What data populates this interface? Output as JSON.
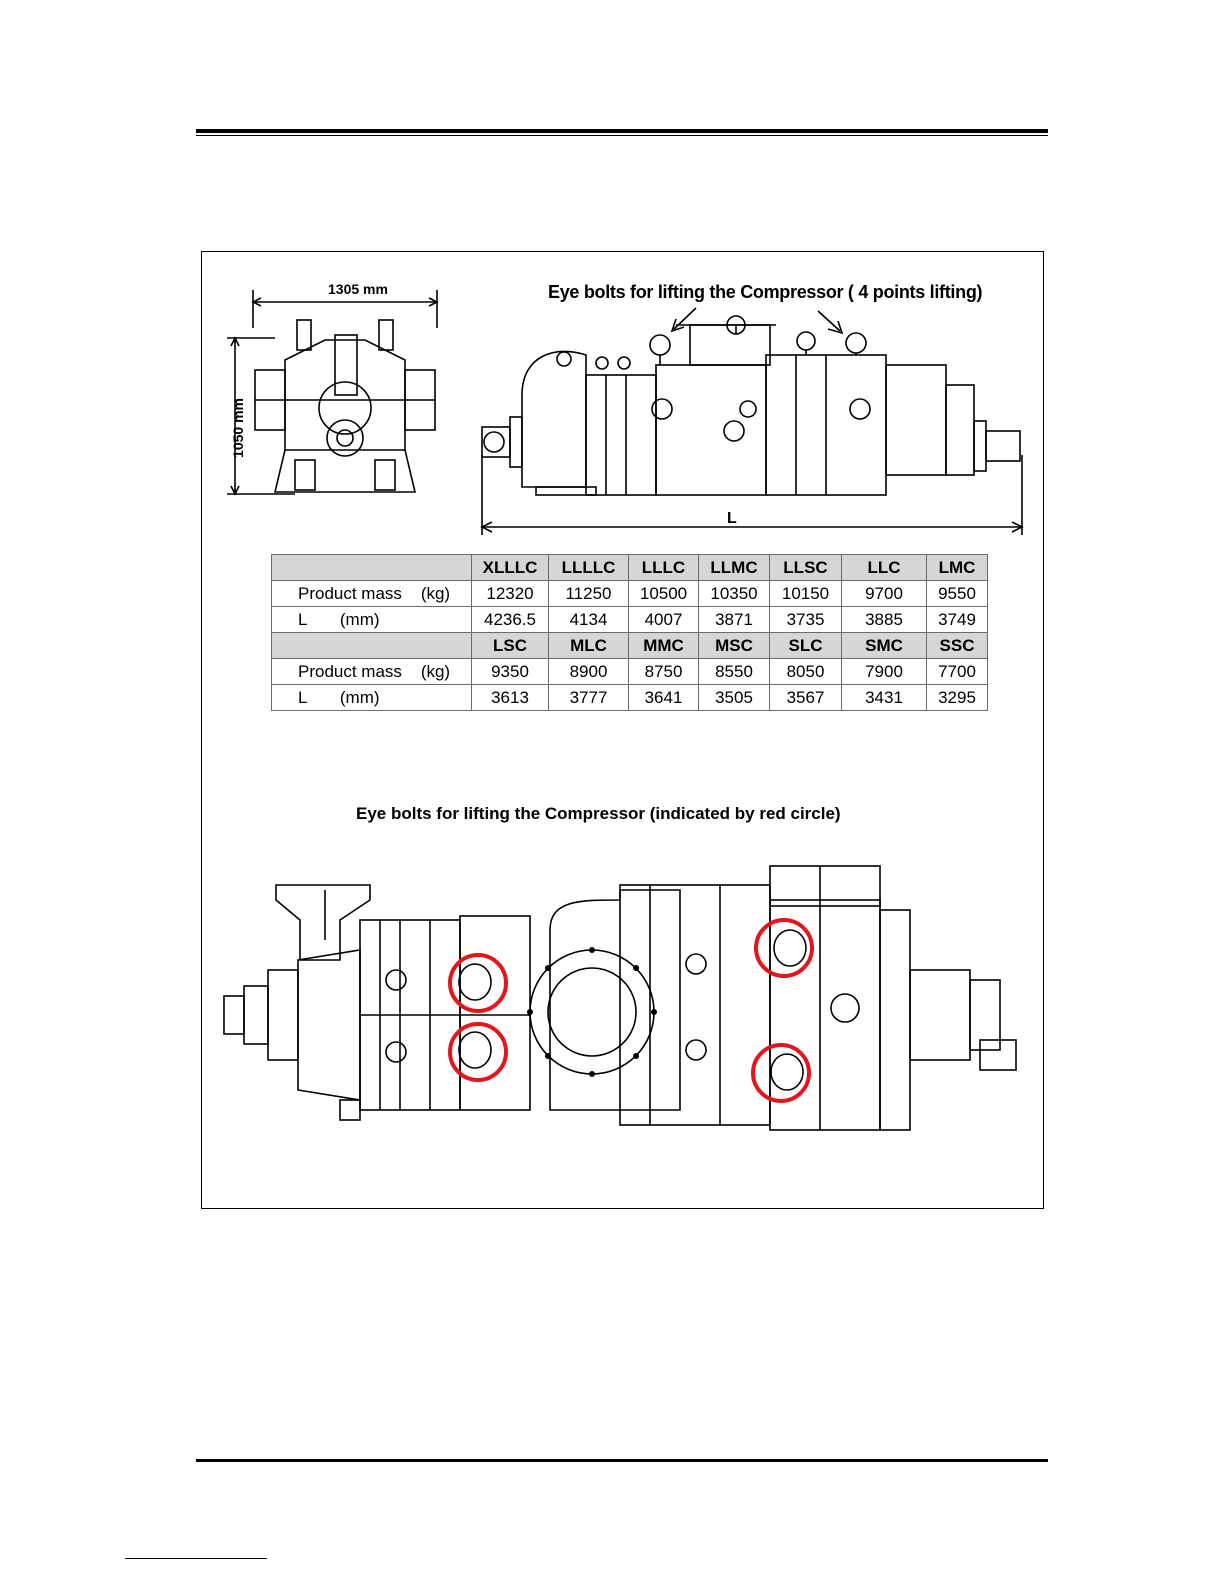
{
  "captions": {
    "top": "Eye bolts for lifting the Compressor ( 4 points lifting)",
    "bottom": "Eye bolts for lifting the Compressor (indicated by red circle)"
  },
  "dimensions": {
    "width": "1305 mm",
    "height": "1050 mm",
    "length": "L"
  },
  "table": {
    "row_labels": {
      "mass": "Product mass    (kg)",
      "length": "L       (mm)"
    },
    "groups": [
      {
        "models": [
          "XLLLC",
          "LLLLC",
          "LLLC",
          "LLMC",
          "LLSC",
          "LLC",
          "LMC"
        ],
        "mass": [
          "12320",
          "11250",
          "10500",
          "10350",
          "10150",
          "9700",
          "9550"
        ],
        "length": [
          "4236.5",
          "4134",
          "4007",
          "3871",
          "3735",
          "3885",
          "3749"
        ]
      },
      {
        "models": [
          "LSC",
          "MLC",
          "MMC",
          "MSC",
          "SLC",
          "SMC",
          "SSC"
        ],
        "mass": [
          "9350",
          "8900",
          "8750",
          "8550",
          "8050",
          "7900",
          "7700"
        ],
        "length": [
          "3613",
          "3777",
          "3641",
          "3505",
          "3567",
          "3431",
          "3295"
        ]
      }
    ]
  },
  "colors": {
    "highlight": "#e3161c",
    "table_header": "#d6d6d6"
  }
}
